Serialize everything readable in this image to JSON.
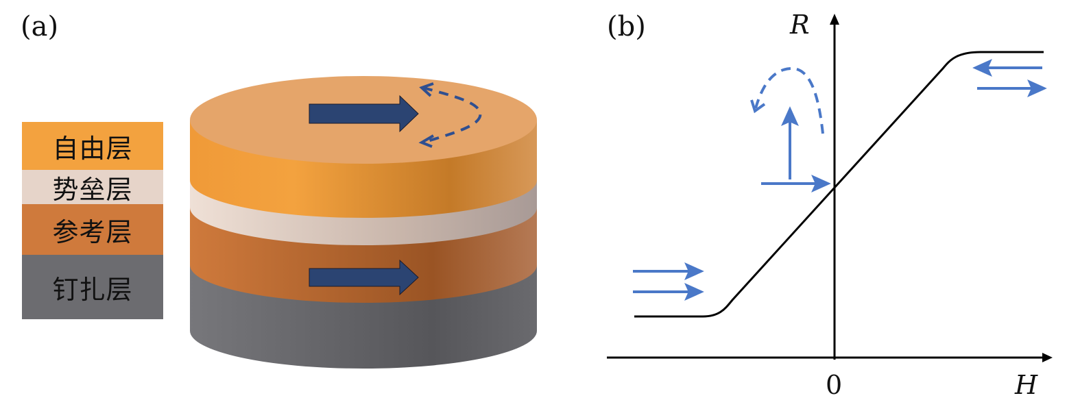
{
  "panel_a": {
    "label": "(a)",
    "legend": [
      {
        "text": "自由层",
        "color": "#f3a23f"
      },
      {
        "text": "势垒层",
        "color": "#e6d4c9"
      },
      {
        "text": "参考层",
        "color": "#cf7a3c"
      },
      {
        "text": "钉扎层",
        "color": "#6c6c70"
      }
    ],
    "arrow_color": "#2b4472"
  },
  "panel_b": {
    "label": "(b)",
    "y_axis": "R",
    "x_axis": "H",
    "origin": "0",
    "arrow_color": "#4a78c8"
  }
}
